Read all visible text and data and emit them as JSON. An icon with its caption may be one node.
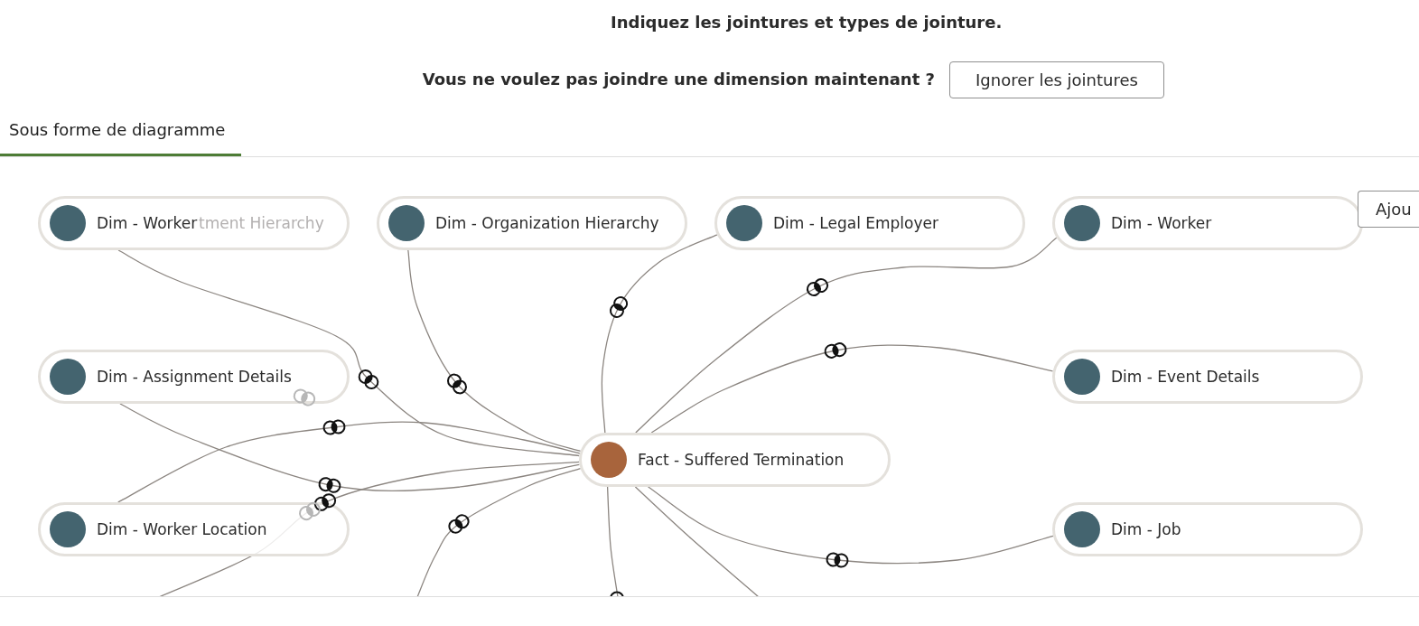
{
  "diagram": {
    "title": "Indiquez les jointures et types de jointure.",
    "nodes": [
      {
        "text": [
          "Dim - Worker"
        ]
      },
      {
        "text": [
          "Dim - Organization Hierarchy"
        ]
      },
      {
        "text": [
          "Dim - Legal Employer"
        ]
      },
      {
        "text": [
          "Dim - Worker"
        ]
      },
      {
        "text": [
          "Dim - Assignment Details"
        ]
      },
      {
        "text": [
          "Dim - Event Details"
        ]
      },
      {
        "text": [
          "Fact - Suffered Termination"
        ]
      },
      {
        "text": [
          "Dim - Worker Location"
        ]
      },
      {
        "text": [
          "Dim - Job"
        ]
      }
    ],
    "edges": [
      {
        "from": 0,
        "to": 6,
        "arrow": "none"
      },
      {
        "from": 1,
        "to": 6,
        "arrow": "none"
      },
      {
        "from": 2,
        "to": 6,
        "arrow": "none"
      },
      {
        "from": 3,
        "to": 6,
        "arrow": "none"
      },
      {
        "from": 4,
        "to": 6,
        "arrow": "none"
      },
      {
        "from": 5,
        "to": 6,
        "arrow": "none"
      },
      {
        "from": 7,
        "to": 6,
        "arrow": "none"
      },
      {
        "from": 8,
        "to": 6,
        "arrow": "none"
      },
      {
        "from": null,
        "to": 6,
        "arrow": "none"
      },
      {
        "from": null,
        "to": 6,
        "arrow": "none"
      },
      {
        "from": null,
        "to": 6,
        "arrow": "none"
      },
      {
        "from": null,
        "to": 6,
        "arrow": "none"
      }
    ],
    "labels": [
      "Vous ne voulez pas joindre une dimension maintenant ?",
      "Ignorer les jointures",
      "Sous forme de diagramme",
      "tment Hierarchy",
      "Ajou"
    ]
  }
}
